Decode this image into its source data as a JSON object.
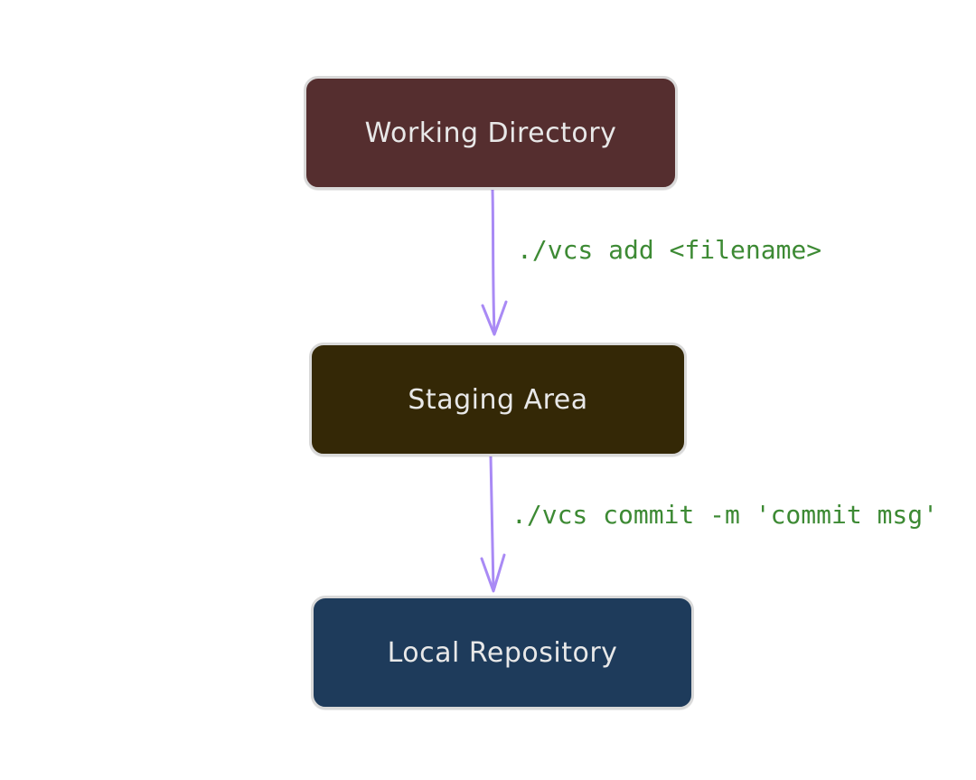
{
  "diagram": {
    "nodes": [
      {
        "id": "working",
        "label": "Working Directory",
        "fill": "#552e2f"
      },
      {
        "id": "staging",
        "label": "Staging Area",
        "fill": "#342806"
      },
      {
        "id": "local",
        "label": "Local Repository",
        "fill": "#1e3b5b"
      }
    ],
    "edges": [
      {
        "from": "working",
        "to": "staging",
        "label": "./vcs add <filename>"
      },
      {
        "from": "staging",
        "to": "local",
        "label": "./vcs commit -m 'commit msg'"
      }
    ],
    "colors": {
      "arrow": "#a98af5",
      "edge_label": "#3d8a34",
      "node_border": "#d9d9d9",
      "node_text": "#e8e8e8",
      "background": "#ffffff"
    }
  }
}
